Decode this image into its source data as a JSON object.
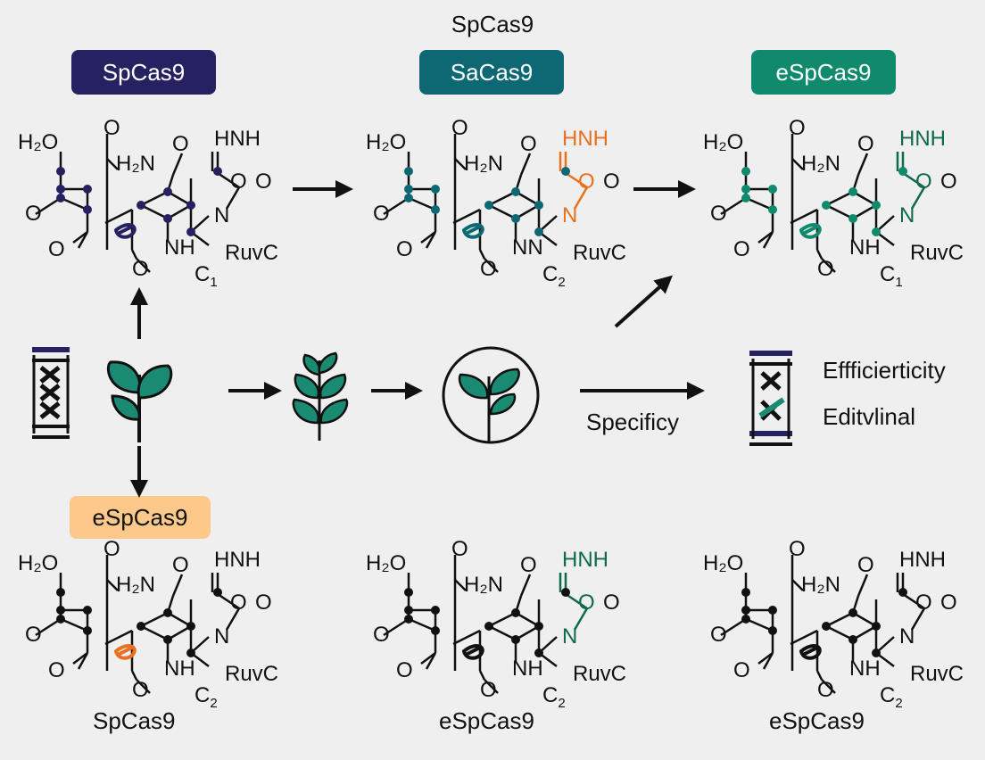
{
  "title": "SpCas9",
  "badges": {
    "top_left": "SpCas9",
    "top_center": "SaCas9",
    "top_right": "eSpCas9",
    "bottom_left": "eSpCas9"
  },
  "colors": {
    "navy": "#262262",
    "teal": "#0e6874",
    "green": "#0f8a6d",
    "peach": "#fcc98b",
    "orange": "#e8701f",
    "leaf": "#1b8a73"
  },
  "molecules": [
    {
      "h2o": "H₂O",
      "o_top": "O",
      "h2n": "H₂N",
      "o_mid": "O",
      "hnh": "HNH",
      "equals": "=",
      "o_right": "O",
      "o_right2": "O",
      "o_left": "O",
      "n": "N",
      "nh": "NH",
      "ruvc": "RuvC",
      "c": "C",
      "c_sub": "1",
      "o_bl": "O",
      "o_bm": "O"
    },
    {
      "h2o": "H₂O",
      "o_top": "O",
      "h2n": "H₂N",
      "o_mid": "O",
      "hnh": "HNH",
      "equals": "=",
      "o_right": "O",
      "o_right2": "O",
      "o_left": "O",
      "n": "N",
      "nh": "NN",
      "ruvc": "RuvC",
      "c": "C",
      "c_sub": "2",
      "o_bl": "O",
      "o_bm": "O"
    },
    {
      "h2o": "H₂O",
      "o_top": "O",
      "h2n": "H₂N",
      "o_mid": "O",
      "hnh": "HNH",
      "equals": "=",
      "o_right": "O",
      "o_right2": "O",
      "o_left": "O",
      "n": "N",
      "nh": "NH",
      "ruvc": "RuvC",
      "c": "C",
      "c_sub": "1",
      "o_bl": "O",
      "o_bm": "O"
    },
    {
      "h2o": "H₂O",
      "o_top": "O",
      "h2n": "H₂N",
      "o_mid": "O",
      "hnh": "HNH",
      "equals": "=",
      "o_right": "O",
      "o_right2": "O",
      "o_left": "O",
      "n": "N",
      "nh": "NH",
      "ruvc": "RuvC",
      "c": "C",
      "c_sub": "2",
      "o_bl": "O",
      "o_bm": "O"
    },
    {
      "h2o": "H₂O",
      "o_top": "O",
      "h2n": "H₂N",
      "o_mid": "O",
      "hnh": "HNH",
      "equals": "=",
      "o_right": "O",
      "o_right2": "O",
      "o_left": "O",
      "n": "N",
      "nh": "NH",
      "ruvc": "RuvC",
      "c": "C",
      "c_sub": "2",
      "o_bl": "O",
      "o_bm": "O"
    },
    {
      "h2o": "H₂O",
      "o_top": "O",
      "h2n": "H₂N",
      "o_mid": "O",
      "hnh": "HNH",
      "equals": "=",
      "o_right": "O",
      "o_right2": "O",
      "o_left": "O",
      "n": "N",
      "nh": "NH",
      "ruvc": "RuvC",
      "c": "C",
      "c_sub": "2",
      "o_bl": "O",
      "o_bm": "O"
    }
  ],
  "bottom_names": {
    "left": "SpCas9",
    "center": "eSpCas9",
    "right": "eSpCas9"
  },
  "labels": {
    "specificity": "Specificy",
    "efficiency": "Effficierticity",
    "editing": "Editvlinal"
  }
}
